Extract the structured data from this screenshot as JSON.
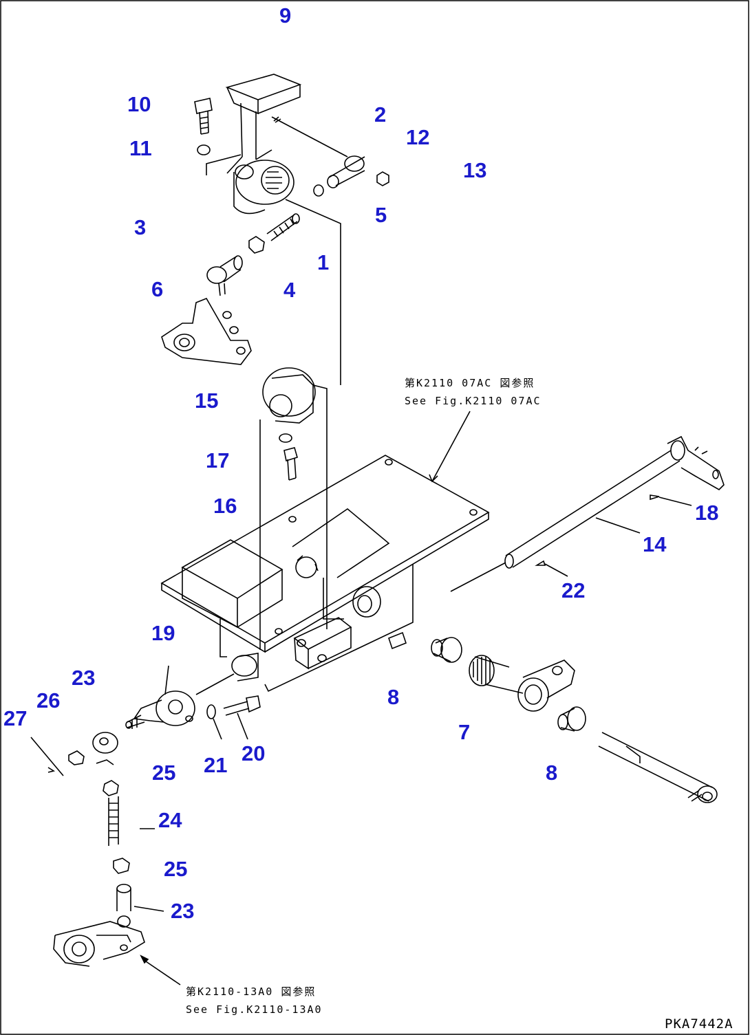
{
  "colors": {
    "callout": "#1a1acc",
    "line": "#000000",
    "background": "#ffffff"
  },
  "callouts": {
    "n1": "1",
    "n2": "2",
    "n3": "3",
    "n4": "4",
    "n5": "5",
    "n6": "6",
    "n7": "7",
    "n8a": "8",
    "n8b": "8",
    "n9": "9",
    "n10": "10",
    "n11": "11",
    "n12": "12",
    "n13": "13",
    "n14": "14",
    "n15": "15",
    "n16": "16",
    "n17": "17",
    "n18": "18",
    "n19": "19",
    "n20": "20",
    "n21": "21",
    "n22": "22",
    "n23a": "23",
    "n23b": "23",
    "n24": "24",
    "n25a": "25",
    "n25b": "25",
    "n26": "26",
    "n27": "27"
  },
  "references": {
    "ref1_line1": "第K2110 07AC 図参照",
    "ref1_line2": "See Fig.K2110 07AC",
    "ref2_line1": "第K2110-13A0 図参照",
    "ref2_line2": "See Fig.K2110-13A0"
  },
  "drawing_code": "PKA7442A"
}
